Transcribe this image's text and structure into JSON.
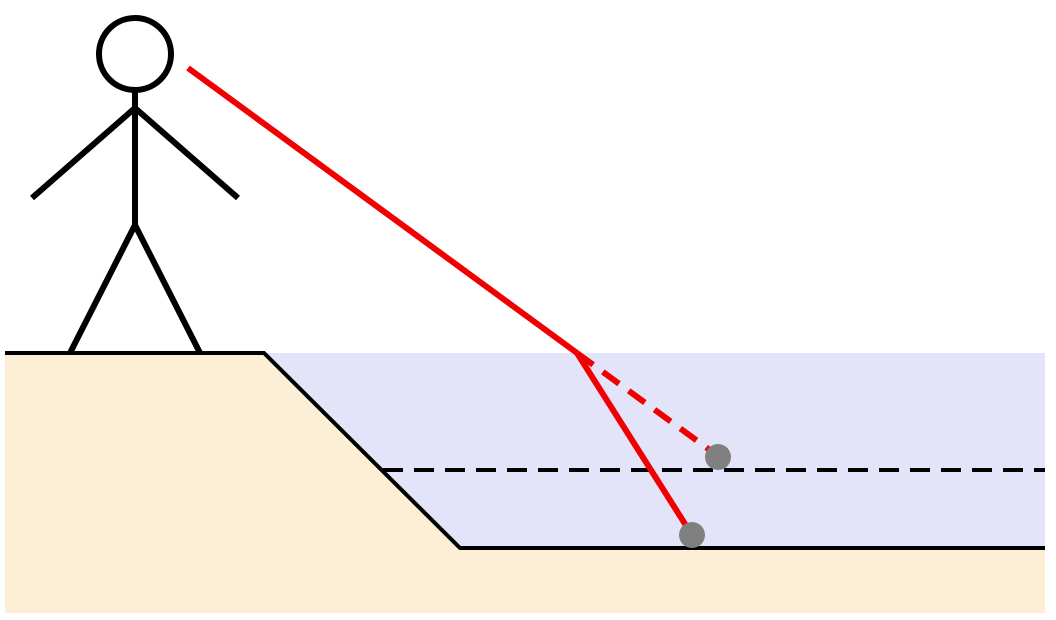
{
  "colors": {
    "ground": "#fdefd6",
    "water": "#e3e4fa",
    "ray": "#f00000",
    "outline": "#000000",
    "stone": "#808080",
    "background": "#ffffff"
  },
  "elements": {
    "observer": "stick-figure",
    "real_object": "stone",
    "apparent_object": "stone-image",
    "apparent_depth_line": "dashed",
    "apparent_ray": "dashed"
  }
}
